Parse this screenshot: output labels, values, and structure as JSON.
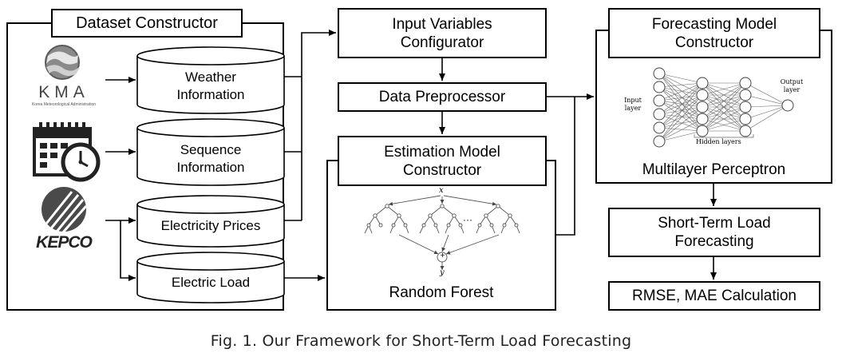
{
  "dataset": {
    "title": "Dataset Constructor",
    "kma_logo": "KMA",
    "kma_subtitle": "Korea Meteorological Administration",
    "kepco_logo": "KEPCO",
    "cylinders": [
      {
        "line1": "Weather",
        "line2": "Information"
      },
      {
        "line1": "Sequence",
        "line2": "Information"
      },
      {
        "line1": "Electricity Prices",
        "line2": ""
      },
      {
        "line1": "Electric Load",
        "line2": ""
      }
    ]
  },
  "input_config": {
    "line1": "Input Variables",
    "line2": "Configurator"
  },
  "preprocessor": "Data Preprocessor",
  "estimation": {
    "line1": "Estimation Model",
    "line2": "Constructor",
    "model": "Random Forest",
    "x_label": "x",
    "y_label": "y",
    "plus": "+",
    "dots": "···"
  },
  "forecasting": {
    "line1": "Forecasting Model",
    "line2": "Constructor",
    "model": "Multilayer Perceptron",
    "input_layer": "Input layer",
    "hidden_layers": "Hidden layers",
    "output_layer": "Output layer"
  },
  "stlf": {
    "line1": "Short-Term Load",
    "line2": "Forecasting"
  },
  "metrics": "RMSE, MAE Calculation",
  "caption": "Fig. 1. Our Framework for Short-Term Load Forecasting",
  "colors": {
    "stroke": "#000000",
    "logo_gray": "#6e6e6e"
  }
}
